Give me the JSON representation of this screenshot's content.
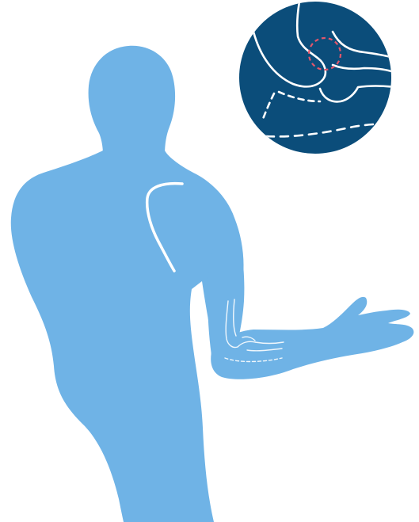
{
  "illustration": {
    "subject": "",
    "colors": {
      "body_fill": "#6fb3e6",
      "inset_fill": "#0b4d7a",
      "line_white": "#ffffff",
      "highlight_red": "#e2566b",
      "background": "#ffffff"
    },
    "icons": {
      "figure": "human-torso-figure",
      "inset": "magnified-elbow-joint-inset",
      "scapula_line": "shoulder-blade-outline",
      "elbow_bones": "elbow-bone-outline",
      "joint_highlight": "joint-focus-circle"
    }
  }
}
